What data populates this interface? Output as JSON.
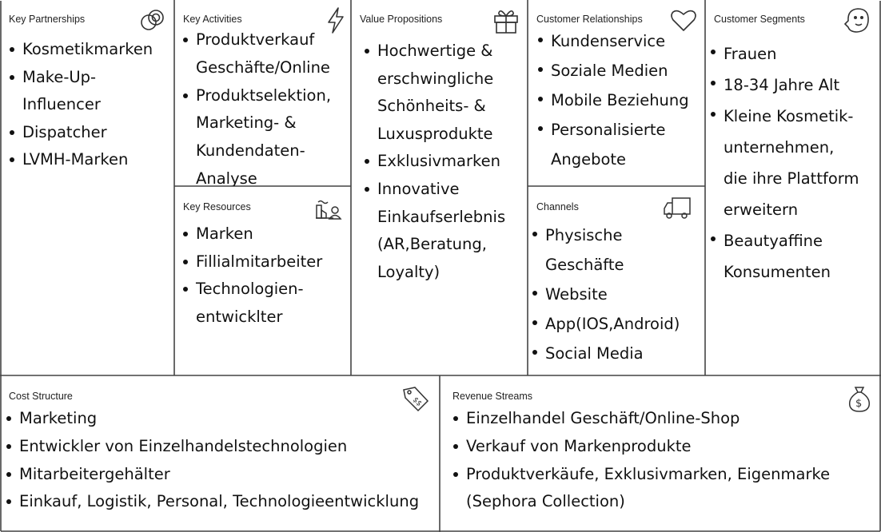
{
  "blocks": {
    "key_partnerships": {
      "title": "Key Partnerships",
      "items": [
        [
          "Kosmetikmarken"
        ],
        [
          "Make-Up-",
          "Influencer"
        ],
        [
          "Dispatcher"
        ],
        [
          "LVMH-Marken"
        ]
      ]
    },
    "key_activities": {
      "title": "Key Activities",
      "items": [
        [
          "Produktverkauf",
          "Geschäfte/Online"
        ],
        [
          "Produktselektion,",
          "Marketing- &",
          "Kundendaten-",
          "Analyse"
        ]
      ]
    },
    "key_resources": {
      "title": "Key Resources",
      "items": [
        [
          "Marken"
        ],
        [
          "Fillialmitarbeiter"
        ],
        [
          "Technologien-",
          "entwicklter"
        ]
      ]
    },
    "value_propositions": {
      "title": "Value Propositions",
      "items": [
        [
          "Hochwertige &",
          "erschwingliche",
          "Schönheits- &",
          "Luxusprodukte"
        ],
        [
          "Exklusivmarken"
        ],
        [
          "Innovative",
          "Einkaufserlebnis",
          "(AR,Beratung,",
          "Loyalty)"
        ]
      ]
    },
    "customer_relationships": {
      "title": "Customer Relationships",
      "items": [
        [
          "Kundenservice"
        ],
        [
          "Soziale Medien"
        ],
        [
          "Mobile Beziehung"
        ],
        [
          "Personalisierte",
          "Angebote"
        ]
      ]
    },
    "channels": {
      "title": "Channels",
      "items": [
        [
          "Physische",
          "Geschäfte"
        ],
        [
          "Website"
        ],
        [
          "App(IOS,Android)"
        ],
        [
          "Social Media"
        ]
      ]
    },
    "customer_segments": {
      "title": "Customer Segments",
      "items": [
        [
          "Frauen"
        ],
        [
          "18-34 Jahre Alt"
        ],
        [
          "Kleine Kosmetik-",
          "unternehmen,",
          "die ihre Plattform",
          "erweitern"
        ],
        [
          "Beautyaffine",
          "Konsumenten"
        ]
      ]
    },
    "cost_structure": {
      "title": "Cost Structure",
      "items": [
        [
          "Marketing"
        ],
        [
          "Entwickler von Einzelhandelstechnologien"
        ],
        [
          "Mitarbeitergehälter"
        ],
        [
          "Einkauf, Logistik, Personal, Technologieentwicklung"
        ]
      ]
    },
    "revenue_streams": {
      "title": "Revenue Streams",
      "items": [
        [
          "Einzelhandel Geschäft/Online-Shop"
        ],
        [
          "Verkauf von Markenprodukte"
        ],
        [
          "Produktverkäufe, Exklusivmarken, Eigenmarke",
          "(Sephora Collection)"
        ]
      ]
    }
  },
  "icons": {
    "key_partnerships": "link-icon",
    "key_activities": "lightning-icon",
    "key_resources": "factory-worker-icon",
    "value_propositions": "gift-icon",
    "customer_relationships": "heart-icon",
    "channels": "truck-icon",
    "customer_segments": "smiley-face-icon",
    "cost_structure": "price-tag-icon",
    "revenue_streams": "money-bag-icon"
  },
  "colors": {
    "line": "#444444",
    "text": "#111111"
  }
}
